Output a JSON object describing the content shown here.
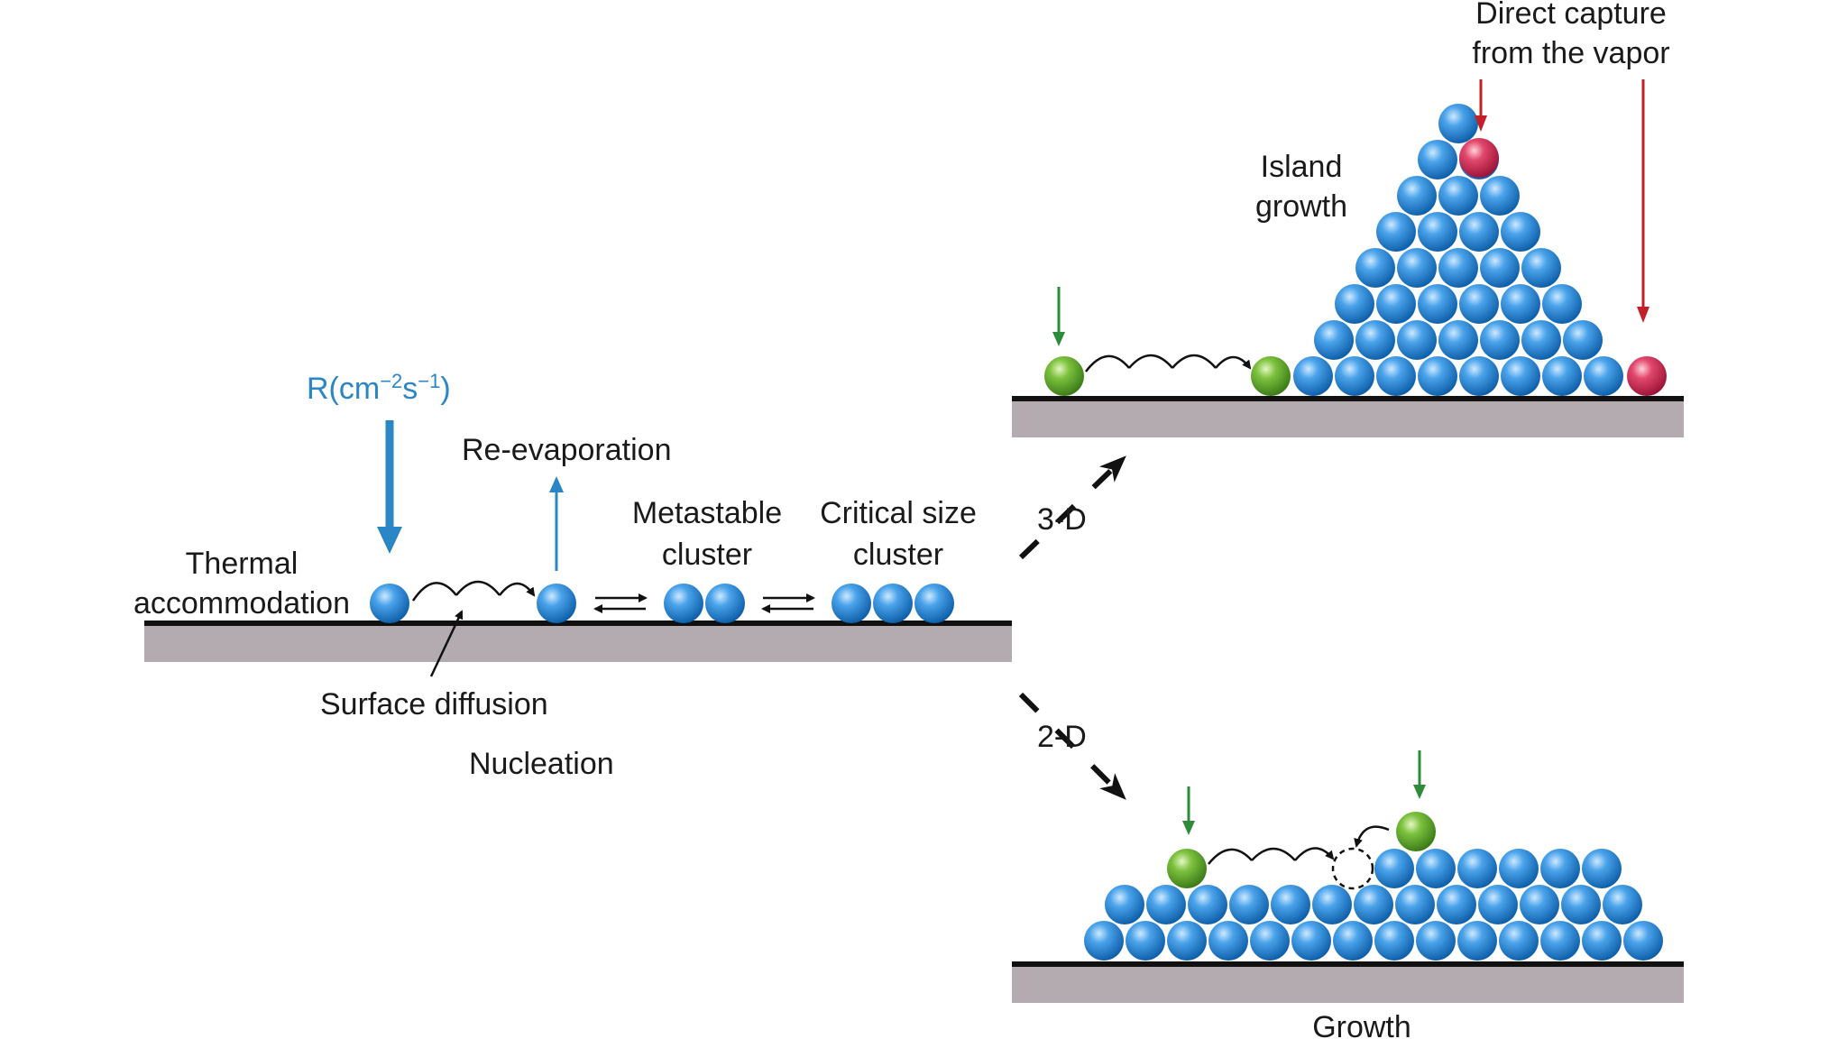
{
  "labels": {
    "rate_main": "R(cm",
    "rate_exp1": "−2",
    "rate_mid": "s",
    "rate_exp2": "−1",
    "rate_close": ")",
    "re_evaporation": "Re-evaporation",
    "thermal_1": "Thermal",
    "thermal_2": "accommodation",
    "metastable_1": "Metastable",
    "metastable_2": "cluster",
    "critical_1": "Critical size",
    "critical_2": "cluster",
    "surface_diffusion": "Surface diffusion",
    "nucleation": "Nucleation",
    "three_d": "3-D",
    "two_d": "2-D",
    "island_1": "Island",
    "island_2": "growth",
    "direct_1": "Direct capture",
    "direct_2": "from the vapor",
    "growth": "Growth"
  },
  "colors": {
    "atom_blue": "#1e7fd0",
    "adatom_green": "#5aa02c",
    "vapor_capture_red": "#d0284f",
    "flux_blue": "#2a86c4",
    "incoming_green": "#2e8b3a",
    "direct_red": "#c4202a",
    "substrate_gray": "#b3abb0",
    "text": "#1a1a1a"
  }
}
